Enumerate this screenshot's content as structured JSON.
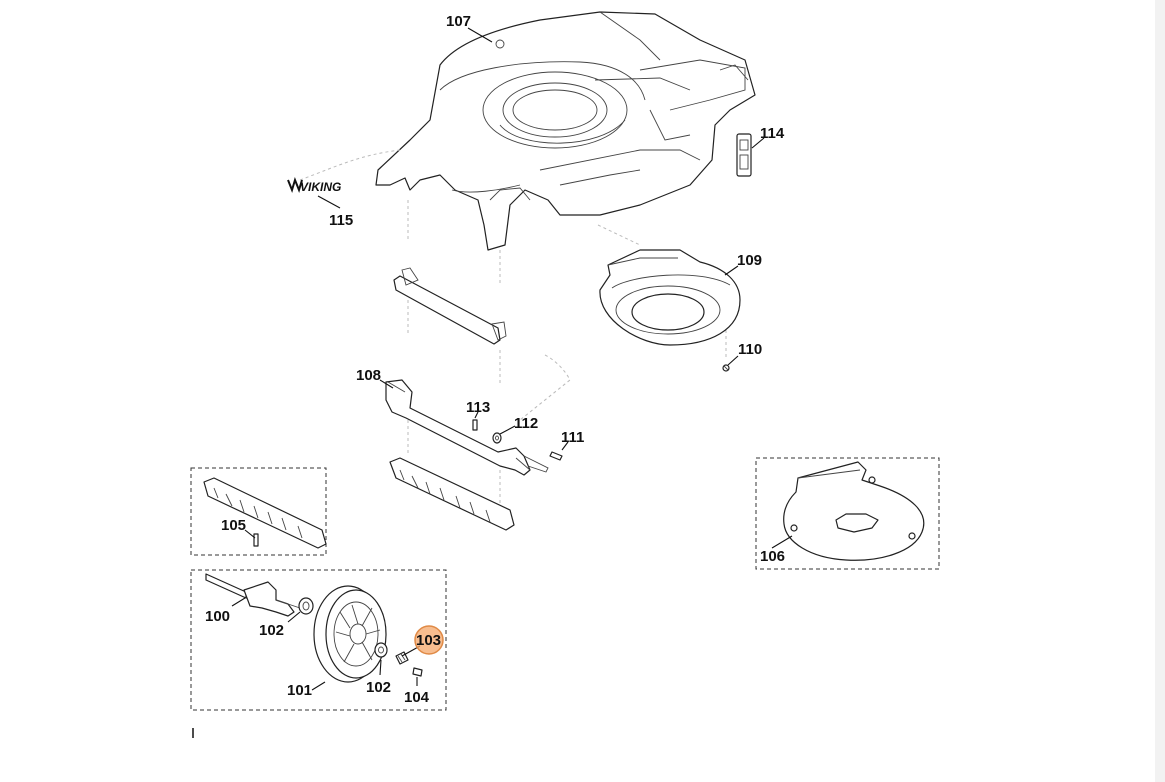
{
  "brand": "VIKING",
  "highlight_color": "#f4a76a",
  "callouts": {
    "c100": "100",
    "c101": "101",
    "c102a": "102",
    "c102b": "102",
    "c103": "103",
    "c104": "104",
    "c105": "105",
    "c106": "106",
    "c107": "107",
    "c108": "108",
    "c109": "109",
    "c110": "110",
    "c111": "111",
    "c112": "112",
    "c113": "113",
    "c114": "114",
    "c115": "115"
  }
}
